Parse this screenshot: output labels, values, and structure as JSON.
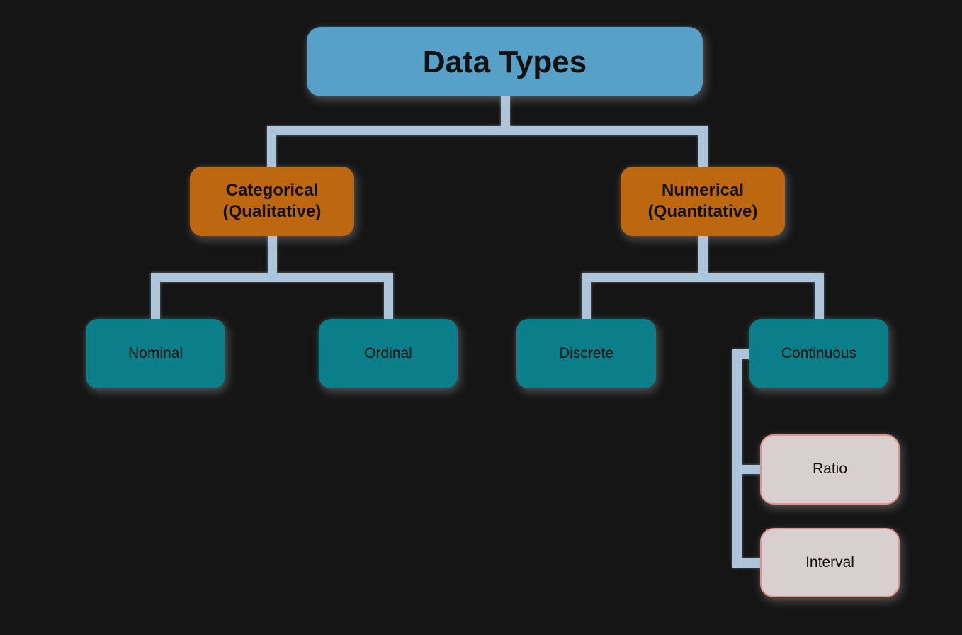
{
  "diagram": {
    "title": "Data Types",
    "type": "tree",
    "background_color": "#151515",
    "connector_color": "#ADC5DB",
    "text_color": "#111111",
    "palette": {
      "root_fill": "#57A1C9",
      "branch_fill": "#BE6711",
      "leaf_fill": "#0A7F8A",
      "scale_fill": "#D7CFD0",
      "scale_border": "#EA8F85"
    },
    "nodes": {
      "root": {
        "label": "Data Types",
        "fill": "#57A1C9"
      },
      "categorical": {
        "label": "Categorical",
        "sublabel": "(Qualitative)",
        "fill": "#BE6711"
      },
      "numerical": {
        "label": "Numerical",
        "sublabel": "(Quantitative)",
        "fill": "#BE6711"
      },
      "nominal": {
        "label": "Nominal",
        "fill": "#0A7F8A"
      },
      "ordinal": {
        "label": "Ordinal",
        "fill": "#0A7F8A"
      },
      "discrete": {
        "label": "Discrete",
        "fill": "#0A7F8A"
      },
      "continuous": {
        "label": "Continuous",
        "fill": "#0A7F8A"
      },
      "ratio": {
        "label": "Ratio",
        "fill": "#D7CFD0",
        "border_color": "#EA8F85"
      },
      "interval": {
        "label": "Interval",
        "fill": "#D7CFD0",
        "border_color": "#EA8F85"
      }
    },
    "edges": [
      [
        "Data Types",
        "Categorical (Qualitative)"
      ],
      [
        "Data Types",
        "Numerical (Quantitative)"
      ],
      [
        "Categorical (Qualitative)",
        "Nominal"
      ],
      [
        "Categorical (Qualitative)",
        "Ordinal"
      ],
      [
        "Numerical (Quantitative)",
        "Discrete"
      ],
      [
        "Numerical (Quantitative)",
        "Continuous"
      ],
      [
        "Continuous",
        "Ratio"
      ],
      [
        "Continuous",
        "Interval"
      ]
    ]
  }
}
